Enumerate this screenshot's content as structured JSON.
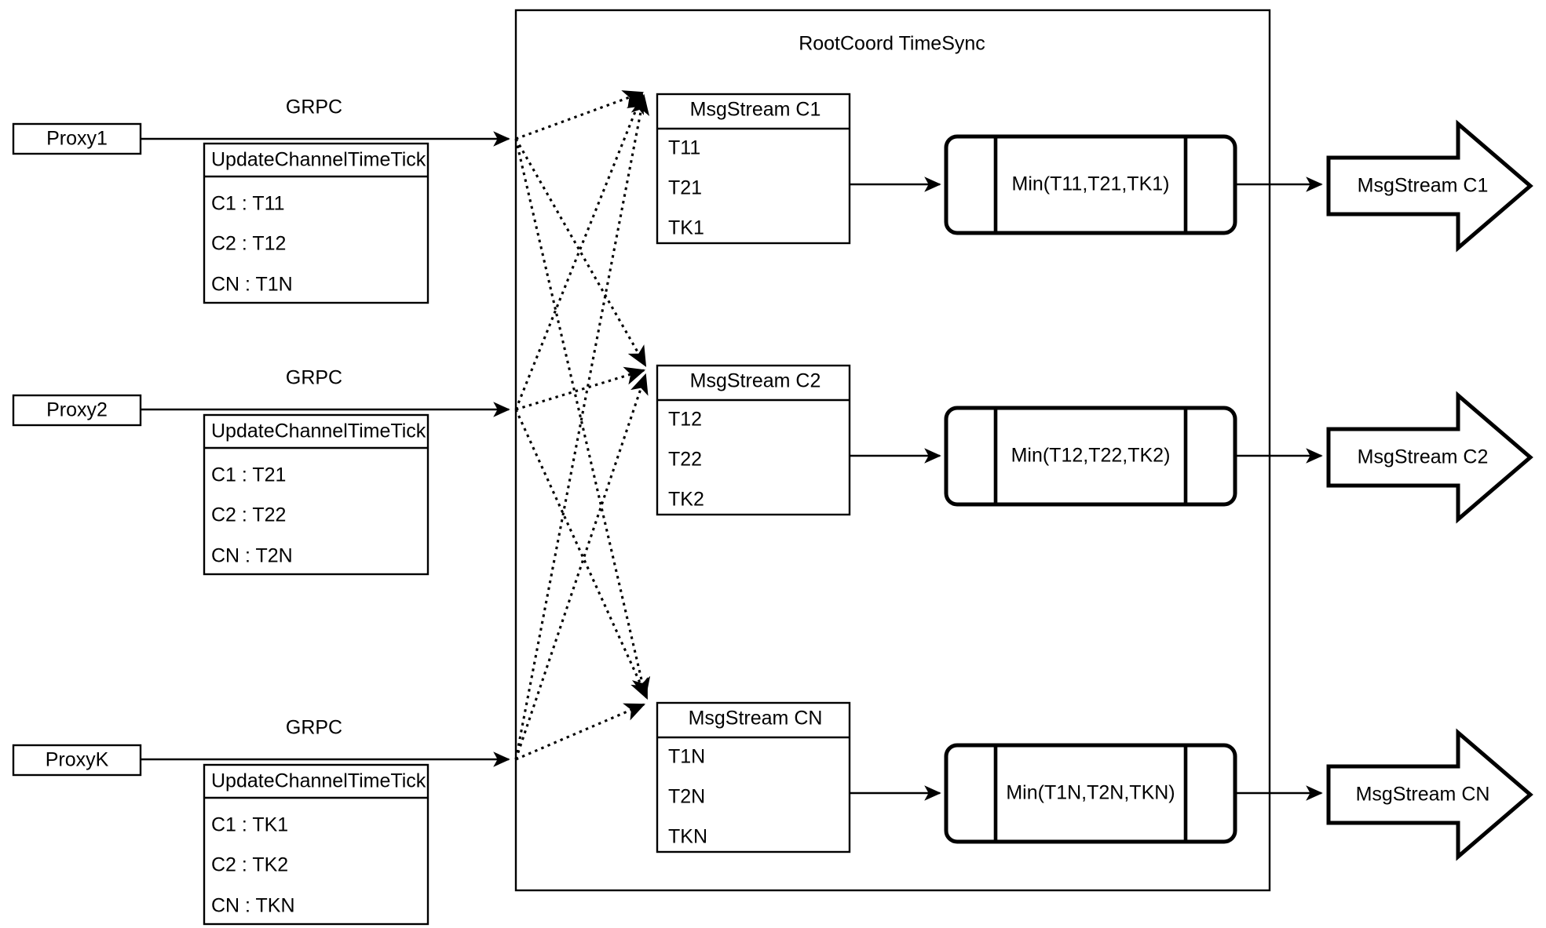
{
  "diagram": {
    "container_title": "RootCoord TimeSync",
    "colors": {
      "stroke": "#000000",
      "background": "#ffffff",
      "text": "#000000"
    },
    "link_label": "GRPC",
    "proxies": [
      {
        "name": "Proxy1",
        "link_label": "GRPC",
        "table_header": "UpdateChannelTimeTick",
        "rows": [
          "C1 :  T11",
          "C2 :  T12",
          "CN : T1N"
        ]
      },
      {
        "name": "Proxy2",
        "link_label": "GRPC",
        "table_header": "UpdateChannelTimeTick",
        "rows": [
          "C1 :  T21",
          "C2 :  T22",
          "CN : T2N"
        ]
      },
      {
        "name": "ProxyK",
        "link_label": "GRPC",
        "table_header": "UpdateChannelTimeTick",
        "rows": [
          "C1 :  TK1",
          "C2 :  TK2",
          "CN : TKN"
        ]
      }
    ],
    "channels": [
      {
        "msgstream_title": "MsgStream C1",
        "ticks": [
          "T11",
          "T21",
          "TK1"
        ],
        "min_label": "Min(T11,T21,TK1)",
        "output_label": "MsgStream C1"
      },
      {
        "msgstream_title": "MsgStream C2",
        "ticks": [
          "T12",
          "T22",
          "TK2"
        ],
        "min_label": "Min(T12,T22,TK2)",
        "output_label": "MsgStream C2"
      },
      {
        "msgstream_title": "MsgStream CN",
        "ticks": [
          "T1N",
          "T2N",
          "TKN"
        ],
        "min_label": "Min(T1N,T2N,TKN)",
        "output_label": "MsgStream CN"
      }
    ]
  }
}
